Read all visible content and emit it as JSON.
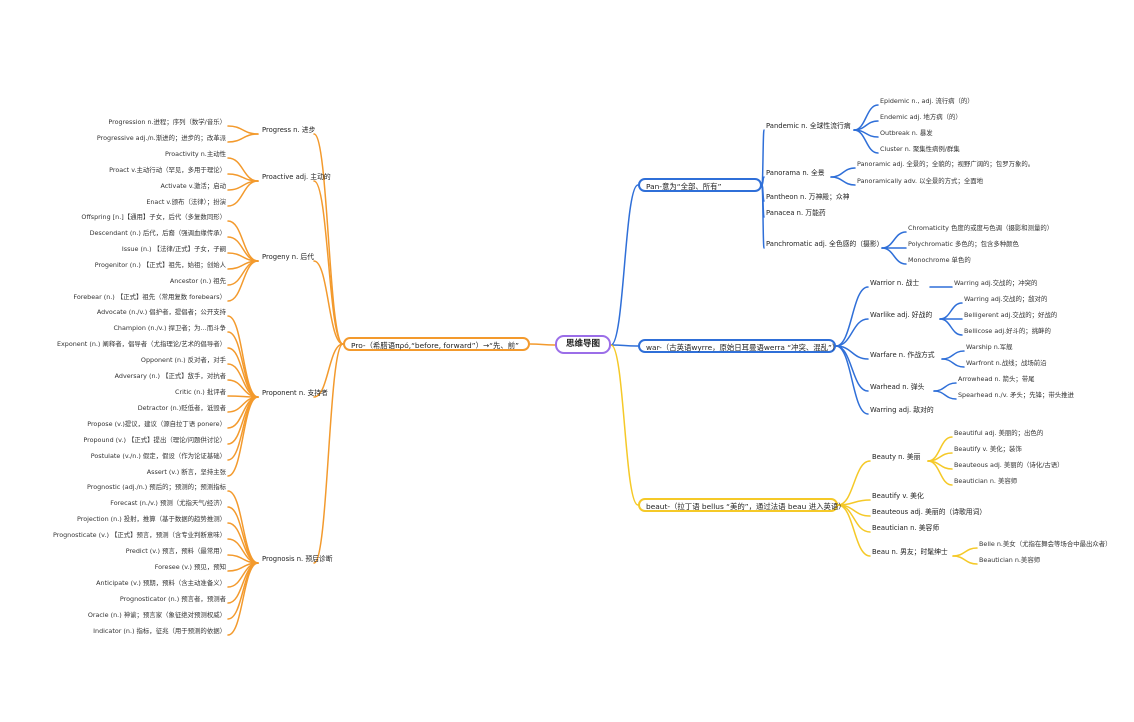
{
  "colors": {
    "blue": "#2f6fd8",
    "orange": "#f39a2d",
    "yellow": "#f5c928",
    "purple": "#9b6ee8"
  },
  "root": "思维导图",
  "branches": {
    "pro": {
      "label": "Pro-（希腊语πρό,“before, forward”）→“先、前”",
      "groups": [
        {
          "label": "Progress n. 进步",
          "items": [
            "Progression n.进程；序列（数学/音乐）",
            "Progressive adj./n.渐进的；进步的；改革派"
          ]
        },
        {
          "label": "Proactive adj. 主动的",
          "items": [
            "Proactivity n.主动性",
            "Proact v.主动行动（罕见，多用于理论）",
            "Activate v.激活；启动",
            "Enact v.颁布（法律）；扮演"
          ]
        },
        {
          "label": "Progeny n. 后代",
          "items": [
            "Offspring [n.]【通用】子女，后代（多复数同形）",
            "Descendant (n.) 后代，后裔（强调血缘传承）",
            "Issue (n.) 【法律/正式】子女，子嗣",
            "Progenitor (n.) 【正式】祖先，始祖；创始人",
            "Ancestor (n.) 祖先",
            "Forebear (n.) 【正式】祖先（常用复数 forebears）"
          ]
        },
        {
          "label": "Proponent n. 支持者",
          "items": [
            "Advocate (n./v.) 倡护者，提倡者；公开支持",
            "Champion (n./v.) 捍卫者；为…而斗争",
            "Exponent (n.) 阐释者，倡导者（尤指理论/艺术的倡导者）",
            "Opponent (n.) 反对者，对手",
            "Adversary (n.) 【正式】敌手，对抗者",
            "Critic (n.) 批评者",
            "Detractor (n.)贬低者，诋毁者",
            "Propose (v.)提议，建议（源自拉丁语 ponere）",
            "Propound (v.) 【正式】提出（理论/问题供讨论）",
            "Postulate (v./n.) 假定，假设（作为论证基础）",
            "Assert (v.) 断言，坚持主张"
          ]
        },
        {
          "label": "Prognosis n. 预后诊断",
          "items": [
            "Prognostic (adj./n.) 预后的；预测的；预测指标",
            "Forecast (n./v.) 预测（尤指天气/经济）",
            "Projection (n.) 投射，推算（基于数据的趋势推测）",
            "Prognosticate (v.) 【正式】预言，预测（含专业判断意味）",
            "Predict (v.) 预言，预料（最常用）",
            "Foresee (v.) 预见，预知",
            "Anticipate (v.) 预期，预料（含主动准备义）",
            "Prognosticator (n.) 预言者，预测者",
            "Oracle (n.) 神谕；预言家（象征绝对预测权威）",
            "Indicator (n.) 指标，征兆（用于预测的依据）"
          ]
        }
      ]
    },
    "pan": {
      "label": "Pan-意为“全部、所有”",
      "groups": [
        {
          "label": "Pandemic n. 全球性流行病",
          "items": [
            "Epidemic n., adj. 流行病（的）",
            "Endemic adj. 地方病（的）",
            "Outbreak n. 暴发",
            "Cluster n. 聚集性病例/群集"
          ]
        },
        {
          "label": "Panorama n. 全景",
          "items": [
            "Panoramic adj. 全景的；全貌的；视野广阔的；包罗万象的。",
            "Panoramically adv. 以全景的方式；全面地"
          ]
        },
        {
          "label": "Pantheon n. 万神殿；众神",
          "items": []
        },
        {
          "label": "Panacea n. 万能药",
          "items": []
        },
        {
          "label": "Panchromatic adj. 全色感的（摄影）",
          "items": [
            "Chromaticity 色度的或度与色调（摄影和测量的）",
            "Polychromatic 多色的；包含多种颜色",
            "Monochrome 单色的"
          ]
        }
      ]
    },
    "war": {
      "label": "war-（古英语wyrre，原始日耳曼语werra “冲突、混乱”）",
      "groups": [
        {
          "label": "Warrior n. 战士",
          "items": [
            "Warring adj.交战的；冲突的"
          ]
        },
        {
          "label": "Warlike adj. 好战的",
          "items": [
            "Warring adj.交战的；敌对的",
            "Belligerent adj.交战的；好战的",
            "Bellicose adj.好斗的；挑衅的"
          ]
        },
        {
          "label": "Warfare n. 作战方式",
          "items": [
            "Warship n.军舰",
            "Warfront n.战线；战场前沿"
          ]
        },
        {
          "label": "Warhead n. 弹头",
          "items": [
            "Arrowhead n. 箭头；带尾",
            "Spearhead n./v. 矛头；先锋；带头推进"
          ]
        },
        {
          "label": "Warring adj. 敌对的",
          "items": []
        }
      ]
    },
    "beau": {
      "label": "beaut-（拉丁语 bellus “美的”，通过法语 beau 进入英语）",
      "groups": [
        {
          "label": "Beauty n. 美丽",
          "items": [
            "Beautiful adj. 美丽的；出色的",
            "Beautify v. 美化；装饰",
            "Beauteous adj. 美丽的（诗化/古语）",
            "Beautician n. 美容师"
          ]
        },
        {
          "label": "Beautify v. 美化",
          "items": []
        },
        {
          "label": "Beauteous adj. 美丽的（诗歌用词）",
          "items": []
        },
        {
          "label": "Beautician n. 美容师",
          "items": []
        },
        {
          "label": "Beau n. 男友；时髦绅士",
          "items": [
            "Belle n.美女（尤指在舞会等场合中最出众者）",
            "Beautician n.美容师"
          ]
        }
      ]
    }
  }
}
